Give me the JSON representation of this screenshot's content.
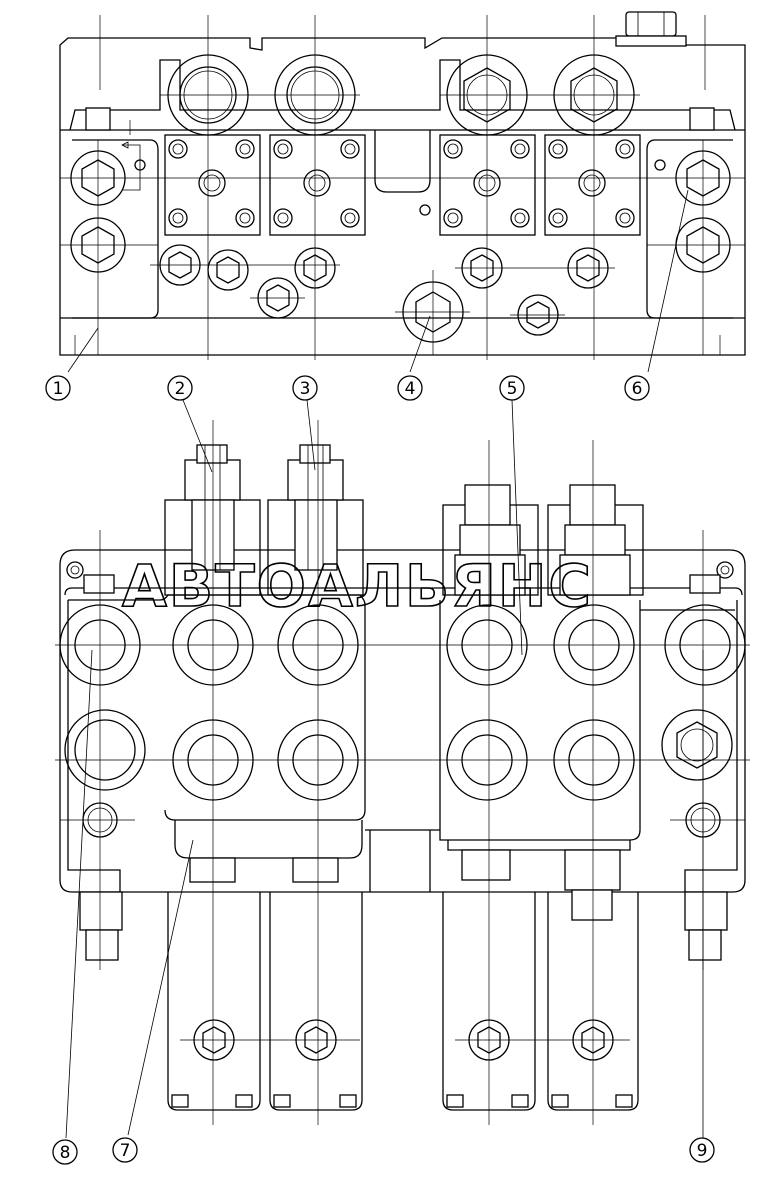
{
  "watermark": "АВТОАЛЬЯНС",
  "callouts": [
    "1",
    "2",
    "3",
    "4",
    "5",
    "6",
    "7",
    "8",
    "9"
  ],
  "colors": {
    "line": "#000000",
    "background": "#ffffff"
  }
}
